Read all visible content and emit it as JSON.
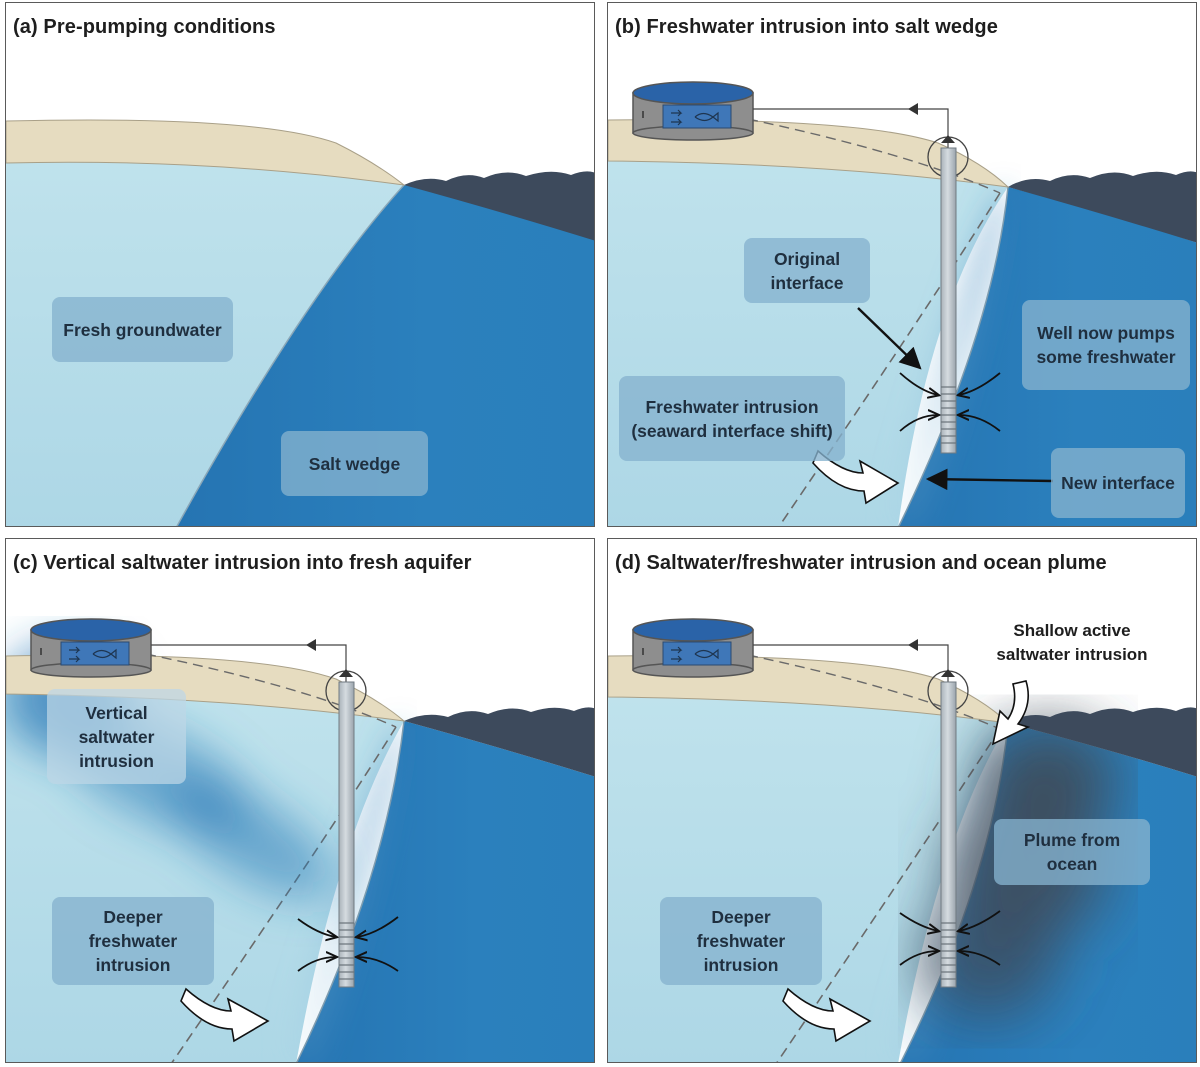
{
  "panels": {
    "a": {
      "title": "(a) Pre-pumping conditions",
      "labels": {
        "fresh": "Fresh groundwater",
        "salt": "Salt wedge"
      }
    },
    "b": {
      "title": "(b) Freshwater intrusion into salt wedge",
      "labels": {
        "original": "Original interface",
        "freshwater": "Freshwater intrusion (seaward interface shift)",
        "well": "Well now pumps some freshwater",
        "new": "New interface"
      }
    },
    "c": {
      "title": "(c) Vertical saltwater intrusion into fresh aquifer",
      "labels": {
        "vertical": "Vertical saltwater intrusion",
        "deeper": "Deeper freshwater intrusion"
      }
    },
    "d": {
      "title": "(d) Saltwater/freshwater intrusion and ocean plume",
      "labels": {
        "shallow": "Shallow active saltwater intrusion",
        "plume": "Plume from ocean",
        "deeper": "Deeper freshwater intrusion"
      }
    }
  },
  "colors": {
    "fresh_aquifer": "#b6dde9",
    "saltwater": "#2b7bb8",
    "sand": "#e6dcc0",
    "ocean_surface": "#3d4a5c",
    "well_casing": "#c4ccd2",
    "label_box": "#85b2ce"
  }
}
